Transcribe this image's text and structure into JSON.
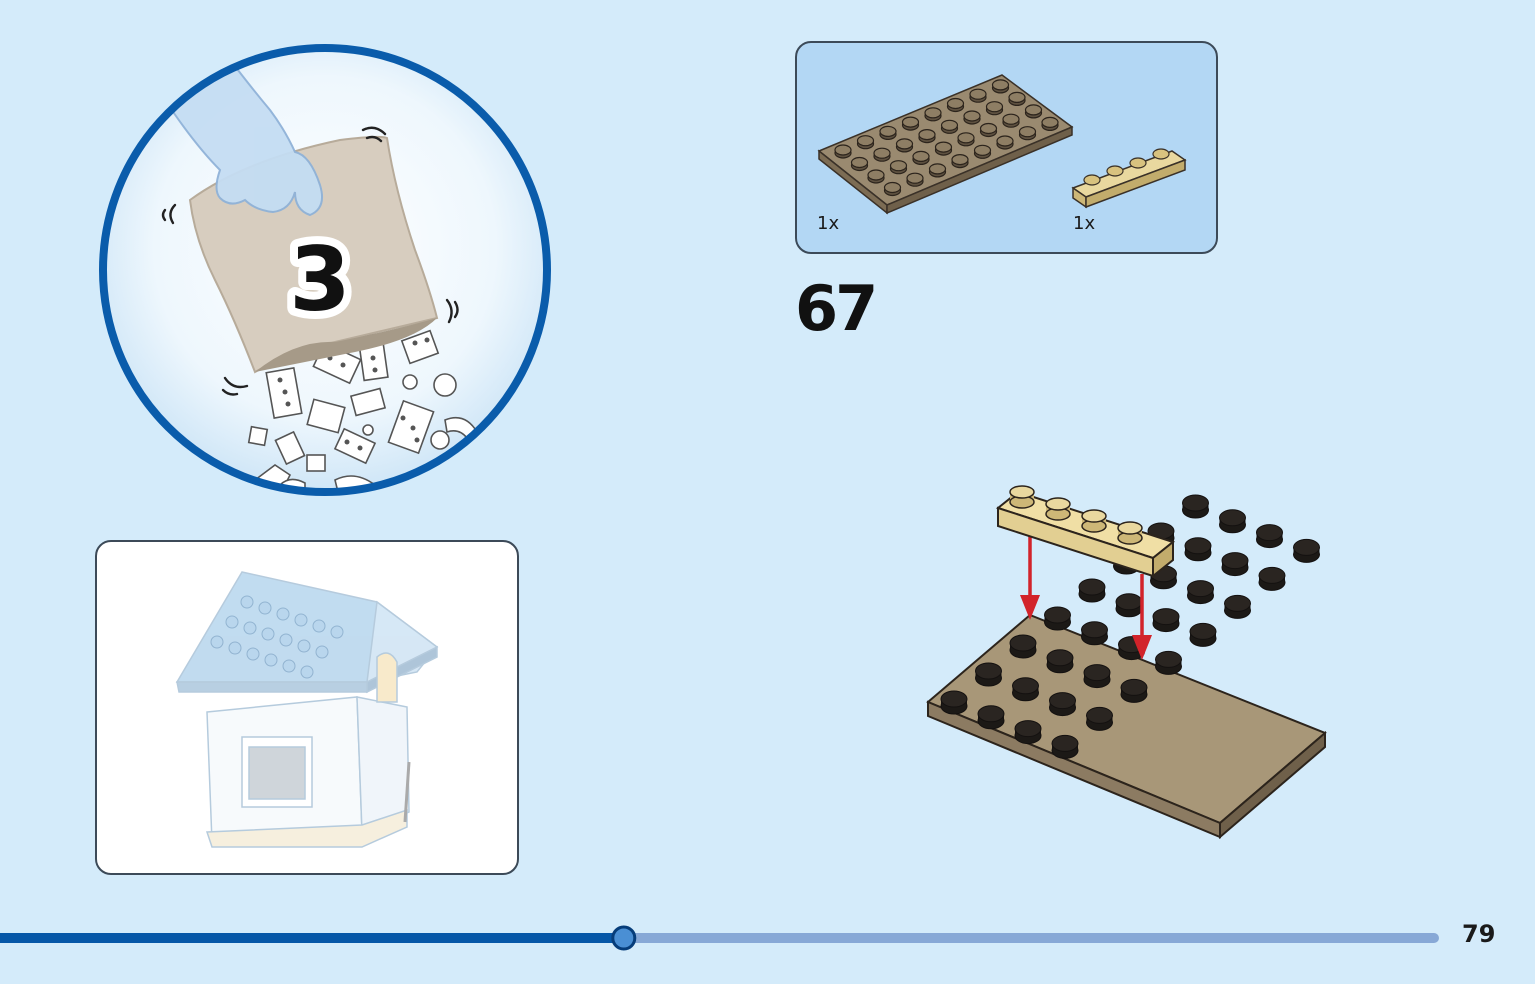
{
  "bag": {
    "number": "3"
  },
  "parts": [
    {
      "name": "plate-4x8-dark-tan",
      "qty": "1x",
      "color": "#8c7b62"
    },
    {
      "name": "plate-1x4-tan",
      "qty": "1x",
      "color": "#e2cf92"
    }
  ],
  "step": {
    "number": "67"
  },
  "progress": {
    "fraction": 0.435,
    "color_done": "#0657a7",
    "color_remaining": "#87a8d6"
  },
  "page": {
    "number": "79"
  },
  "colors": {
    "background": "#d4ebfa",
    "circle_ring": "#0a5cab",
    "arrow": "#d2232a",
    "dark_tan": "#8c7b62",
    "tan": "#e2cf92"
  }
}
